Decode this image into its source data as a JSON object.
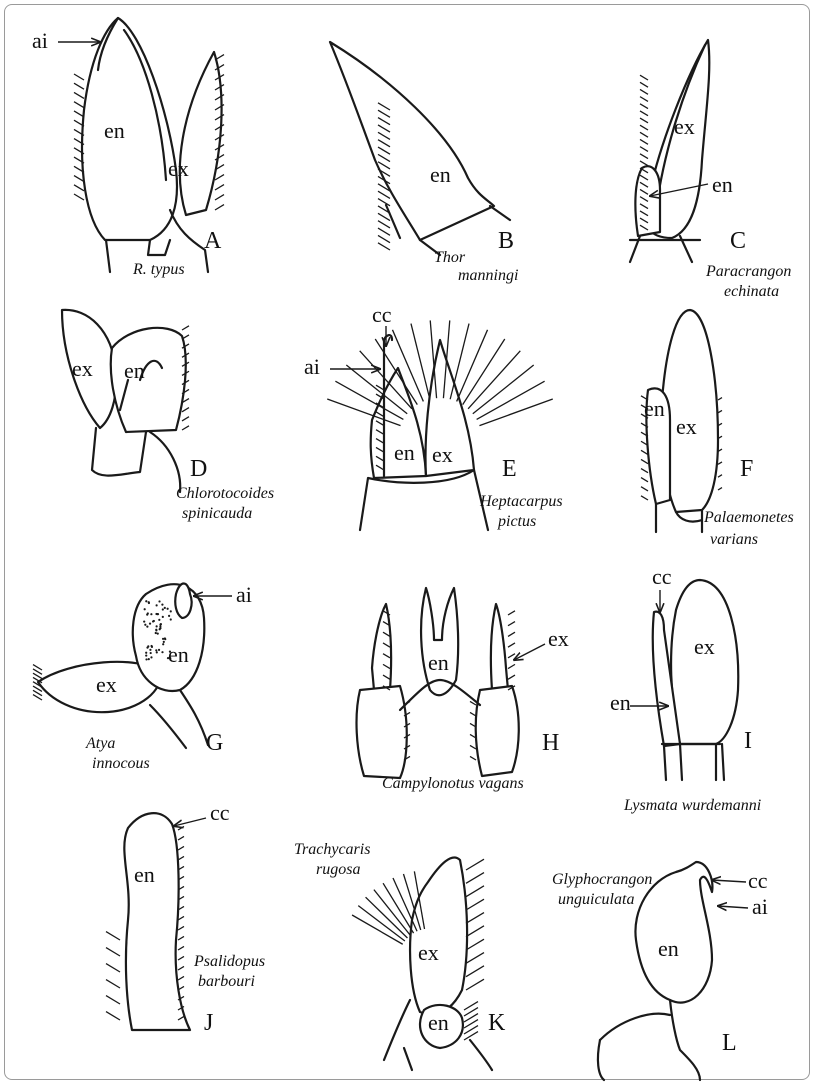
{
  "panels": [
    {
      "id": "A",
      "letter": "A",
      "species": [
        "R. typus"
      ],
      "labels": {
        "ai": "ai",
        "en": "en",
        "ex": "ex"
      }
    },
    {
      "id": "B",
      "letter": "B",
      "species": [
        "Thor",
        "manningi"
      ],
      "labels": {
        "en": "en"
      }
    },
    {
      "id": "C",
      "letter": "C",
      "species": [
        "Paracrangon",
        "echinata"
      ],
      "labels": {
        "ex": "ex",
        "en": "en"
      }
    },
    {
      "id": "D",
      "letter": "D",
      "species": [
        "Chlorotocoides",
        "spinicauda"
      ],
      "labels": {
        "ex": "ex",
        "en": "en"
      }
    },
    {
      "id": "E",
      "letter": "E",
      "species": [
        "Heptacarpus",
        "pictus"
      ],
      "labels": {
        "cc": "cc",
        "ai": "ai",
        "en": "en",
        "ex": "ex"
      }
    },
    {
      "id": "F",
      "letter": "F",
      "species": [
        "Palaemonetes",
        "varians"
      ],
      "labels": {
        "en": "en",
        "ex": "ex"
      }
    },
    {
      "id": "G",
      "letter": "G",
      "species": [
        "Atya",
        "innocous"
      ],
      "labels": {
        "ai": "ai",
        "en": "en",
        "ex": "ex"
      }
    },
    {
      "id": "H",
      "letter": "H",
      "species": [
        "Campylonotus vagans"
      ],
      "labels": {
        "en": "en",
        "ex": "ex"
      }
    },
    {
      "id": "I",
      "letter": "I",
      "species": [
        "Lysmata wurdemanni"
      ],
      "labels": {
        "cc": "cc",
        "ex": "ex",
        "en": "en"
      }
    },
    {
      "id": "J",
      "letter": "J",
      "species": [
        "Psalidopus",
        "barbouri"
      ],
      "labels": {
        "cc": "cc",
        "en": "en"
      }
    },
    {
      "id": "K",
      "letter": "K",
      "species": [
        "Trachycaris",
        "rugosa"
      ],
      "labels": {
        "ex": "ex",
        "en": "en"
      }
    },
    {
      "id": "L",
      "letter": "L",
      "species": [
        "Glyphocrangon",
        "unguiculata"
      ],
      "labels": {
        "cc": "cc",
        "ai": "ai",
        "en": "en"
      }
    }
  ]
}
